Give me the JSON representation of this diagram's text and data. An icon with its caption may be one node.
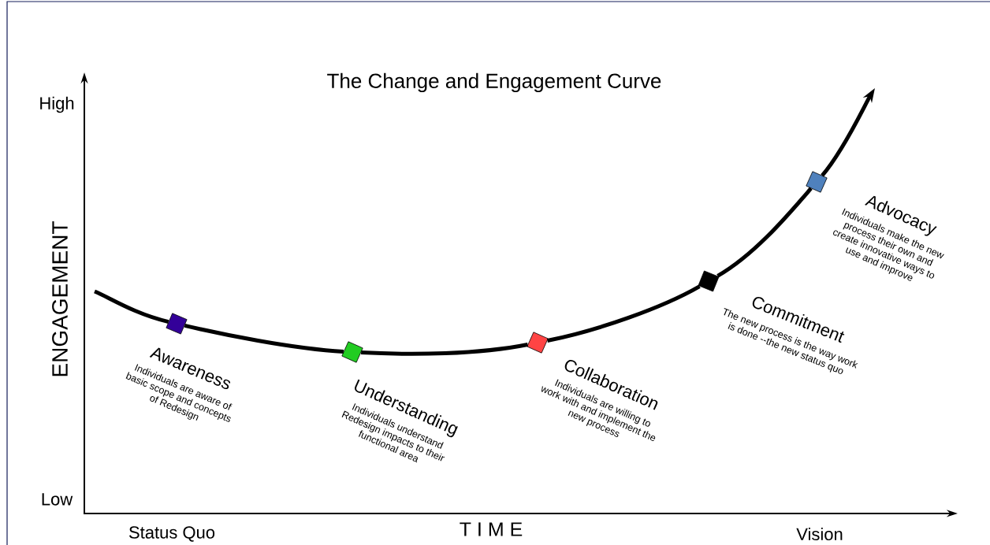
{
  "diagram": {
    "title": "The Change and Engagement Curve",
    "nodes": [
      {
        "text": [
          "Awareness",
          "Individuals are aware of basic scope and concepts of Redesign"
        ]
      },
      {
        "text": [
          "Understanding",
          "Individuals understand Redesign impacts to their functional area"
        ]
      },
      {
        "text": [
          "Collaboration",
          "Individuals are willing to work with and implement the new process"
        ]
      },
      {
        "text": [
          "Commitment",
          "The new process is the way work is done --the new status quo"
        ]
      },
      {
        "text": [
          "Advocacy",
          "Individuals make the new process their own and create innovative ways to use and improve"
        ]
      }
    ],
    "edges": [
      {
        "from": null,
        "to": 0,
        "arrow": "none"
      },
      {
        "from": 0,
        "to": 1,
        "arrow": "none"
      },
      {
        "from": 1,
        "to": 2,
        "arrow": "none"
      },
      {
        "from": 2,
        "to": 3,
        "arrow": "none"
      },
      {
        "from": 3,
        "to": 4,
        "arrow": "none"
      },
      {
        "from": 4,
        "to": null,
        "arrow": "to"
      }
    ],
    "labels": [
      "High",
      "ENGAGEMENT",
      "Low",
      "Status Quo",
      "T I M E",
      "Vision"
    ]
  }
}
